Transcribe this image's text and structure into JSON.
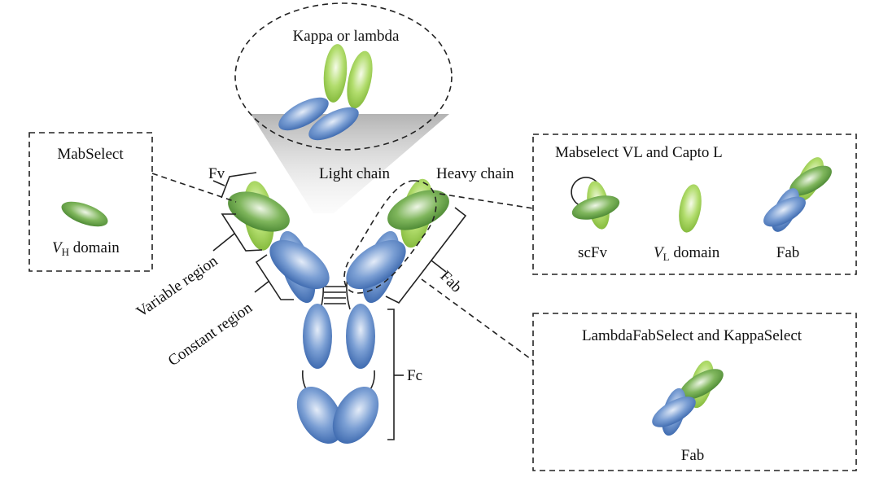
{
  "diagram": {
    "zoom_label": "Kappa or lambda",
    "light_chain": "Light chain",
    "heavy_chain": "Heavy chain",
    "fv": "Fv",
    "variable_region": "Variable region",
    "constant_region": "Constant region",
    "fab": "Fab",
    "fc": "Fc"
  },
  "boxes": {
    "mabselect": {
      "title": "MabSelect",
      "domain_v": "V",
      "domain_sub": "H",
      "domain_rest": " domain"
    },
    "vl_captol": {
      "title": "Mabselect VL and Capto L",
      "scfv": "scFv",
      "domain_v": "V",
      "domain_sub": "L",
      "domain_rest": " domain",
      "fab": "Fab"
    },
    "lambda_kappa": {
      "title": "LambdaFabSelect and KappaSelect",
      "fab": "Fab"
    }
  },
  "colors": {
    "blue": "#5b86c5",
    "dark_green": "#6aa04a",
    "light_green": "#9fd05a"
  }
}
